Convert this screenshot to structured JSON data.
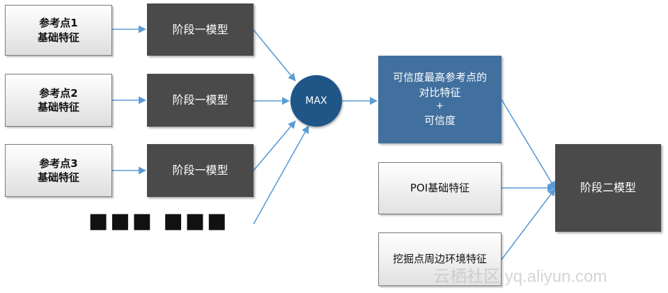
{
  "reference_points": [
    {
      "line1": "参考点1",
      "line2": "基础特征"
    },
    {
      "line1": "参考点2",
      "line2": "基础特征"
    },
    {
      "line1": "参考点3",
      "line2": "基础特征"
    }
  ],
  "stage_one_label": "阶段一模型",
  "max_label": "MAX",
  "ellipsis": "■■■ ■■■",
  "best_feature": {
    "line1": "可信度最高参考点的",
    "line2": "对比特征",
    "line3": "+",
    "line4": "可信度"
  },
  "poi_feature": "POI基础特征",
  "dig_env_feature": "挖掘点周边环境特征",
  "stage_two_label": "阶段二模型",
  "watermark": "云栖社区 yq.aliyun.com",
  "colors": {
    "arrow": "#5b9bd5",
    "stage_box": "#4a4a4a",
    "max_circle": "#1f5687",
    "best_box": "#41709f"
  }
}
